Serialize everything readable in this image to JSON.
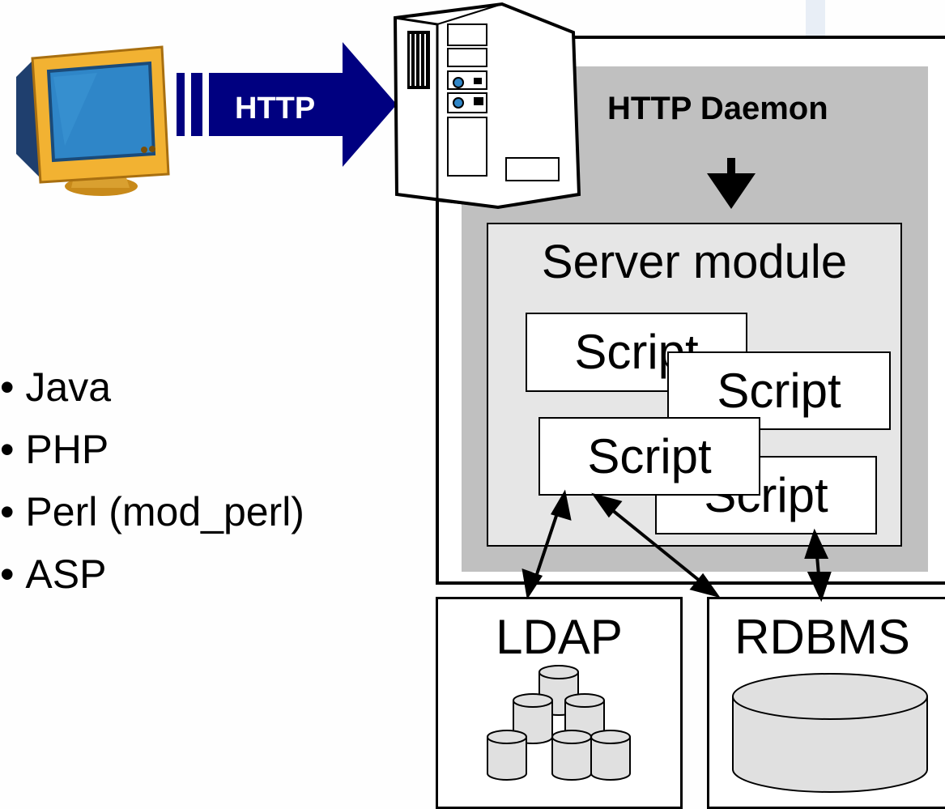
{
  "client": {
    "icon": "monitor-icon"
  },
  "protocol": {
    "label": "HTTP",
    "color": "#000080"
  },
  "server": {
    "icon": "server-tower-icon"
  },
  "daemon": {
    "title": "HTTP Daemon"
  },
  "module": {
    "title": "Server module",
    "scripts": [
      "Script",
      "Script",
      "Script",
      "Script"
    ]
  },
  "languages": {
    "items": [
      "Java",
      "PHP",
      "Perl (mod_perl)",
      "ASP"
    ]
  },
  "datastores": {
    "ldap": {
      "label": "LDAP",
      "icon": "database-cluster-icon"
    },
    "rdbms": {
      "label": "RDBMS",
      "icon": "database-cylinder-icon"
    }
  }
}
